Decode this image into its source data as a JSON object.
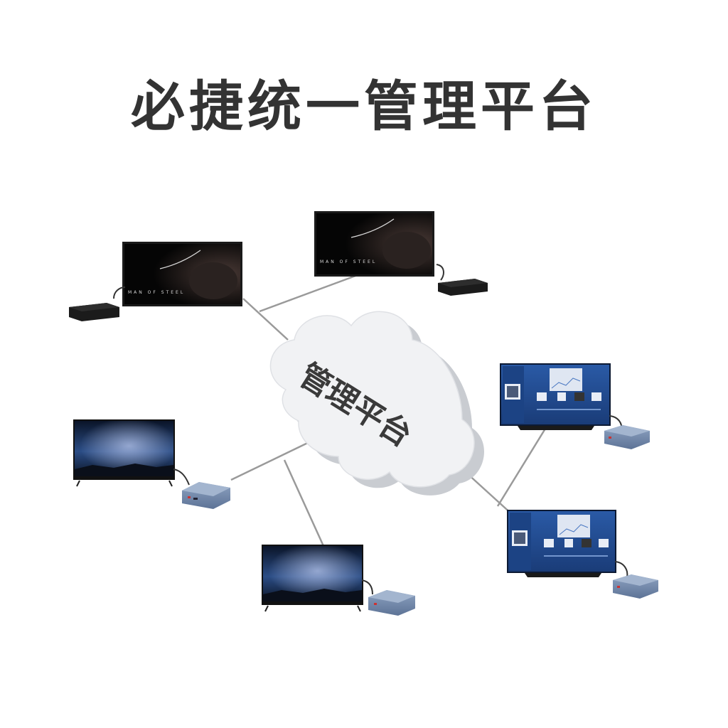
{
  "title": "必捷统一管理平台",
  "hub": {
    "label": "管理平台"
  },
  "devices": [
    {
      "name": "display-top-left",
      "screen": "MAN OF STEEL"
    },
    {
      "name": "display-top-center",
      "screen": "MAN OF STEEL"
    },
    {
      "name": "tv-left",
      "screen": ""
    },
    {
      "name": "tv-bottom-center",
      "screen": ""
    },
    {
      "name": "tv-right-upper",
      "screen": ""
    },
    {
      "name": "tv-right-lower",
      "screen": ""
    }
  ],
  "colors": {
    "title": "#333333",
    "link_line": "#9a9a9a",
    "cloud": "#f1f2f4",
    "cloud_shadow": "#c9ccd1",
    "box_blue": "#6f86a8",
    "ui_blue": "#234b8e"
  }
}
